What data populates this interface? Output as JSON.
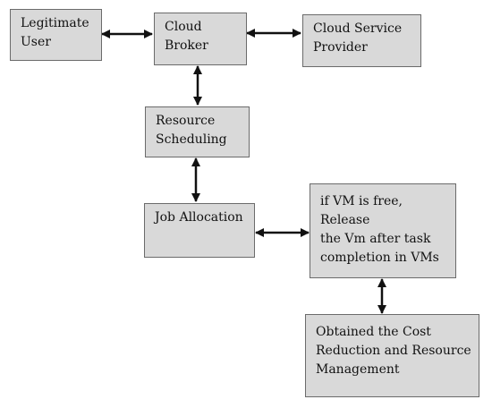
{
  "diagram": {
    "nodes": [
      {
        "id": "legitimate-user",
        "lines": [
          "Legitimate",
          "User"
        ]
      },
      {
        "id": "cloud-broker",
        "lines": [
          "Cloud",
          "Broker"
        ]
      },
      {
        "id": "cloud-service-provider",
        "lines": [
          "Cloud Service",
          "Provider"
        ]
      },
      {
        "id": "resource-scheduling",
        "lines": [
          "Resource",
          "Scheduling"
        ]
      },
      {
        "id": "job-allocation",
        "lines": [
          "Job Allocation"
        ]
      },
      {
        "id": "vm-release",
        "lines": [
          "if VM is free, Release",
          "the Vm after task",
          "completion in VMs"
        ]
      },
      {
        "id": "cost-reduction",
        "lines": [
          "Obtained the Cost",
          "Reduction and Resource",
          "Management"
        ]
      }
    ],
    "connections": [
      {
        "from": "legitimate-user",
        "to": "cloud-broker",
        "direction": "bidirectional"
      },
      {
        "from": "cloud-broker",
        "to": "cloud-service-provider",
        "direction": "bidirectional"
      },
      {
        "from": "cloud-broker",
        "to": "resource-scheduling",
        "direction": "bidirectional"
      },
      {
        "from": "resource-scheduling",
        "to": "job-allocation",
        "direction": "bidirectional"
      },
      {
        "from": "job-allocation",
        "to": "vm-release",
        "direction": "bidirectional"
      },
      {
        "from": "vm-release",
        "to": "cost-reduction",
        "direction": "bidirectional"
      }
    ],
    "colors": {
      "box_fill": "#d9d9d9",
      "box_border": "#6b6b6b",
      "arrow": "#111111"
    }
  }
}
